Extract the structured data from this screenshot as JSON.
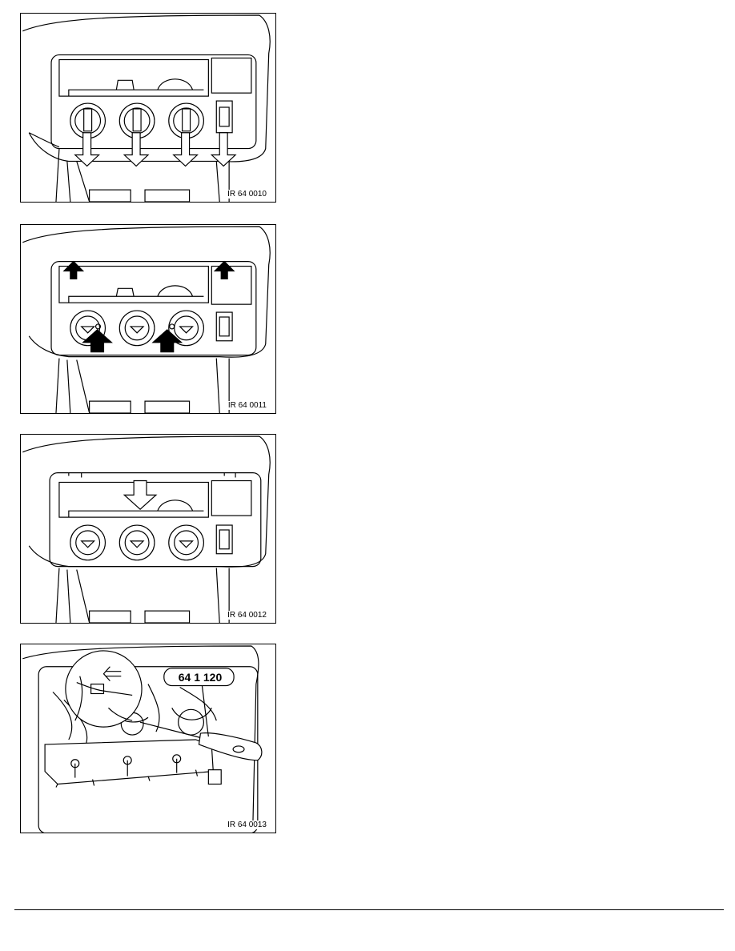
{
  "figures": [
    {
      "label": "IR 64 0010"
    },
    {
      "label": "IR 64 0011"
    },
    {
      "label": "IR 64 0012"
    },
    {
      "label": "IR 64 0013",
      "tool_number": "64 1 120"
    }
  ]
}
